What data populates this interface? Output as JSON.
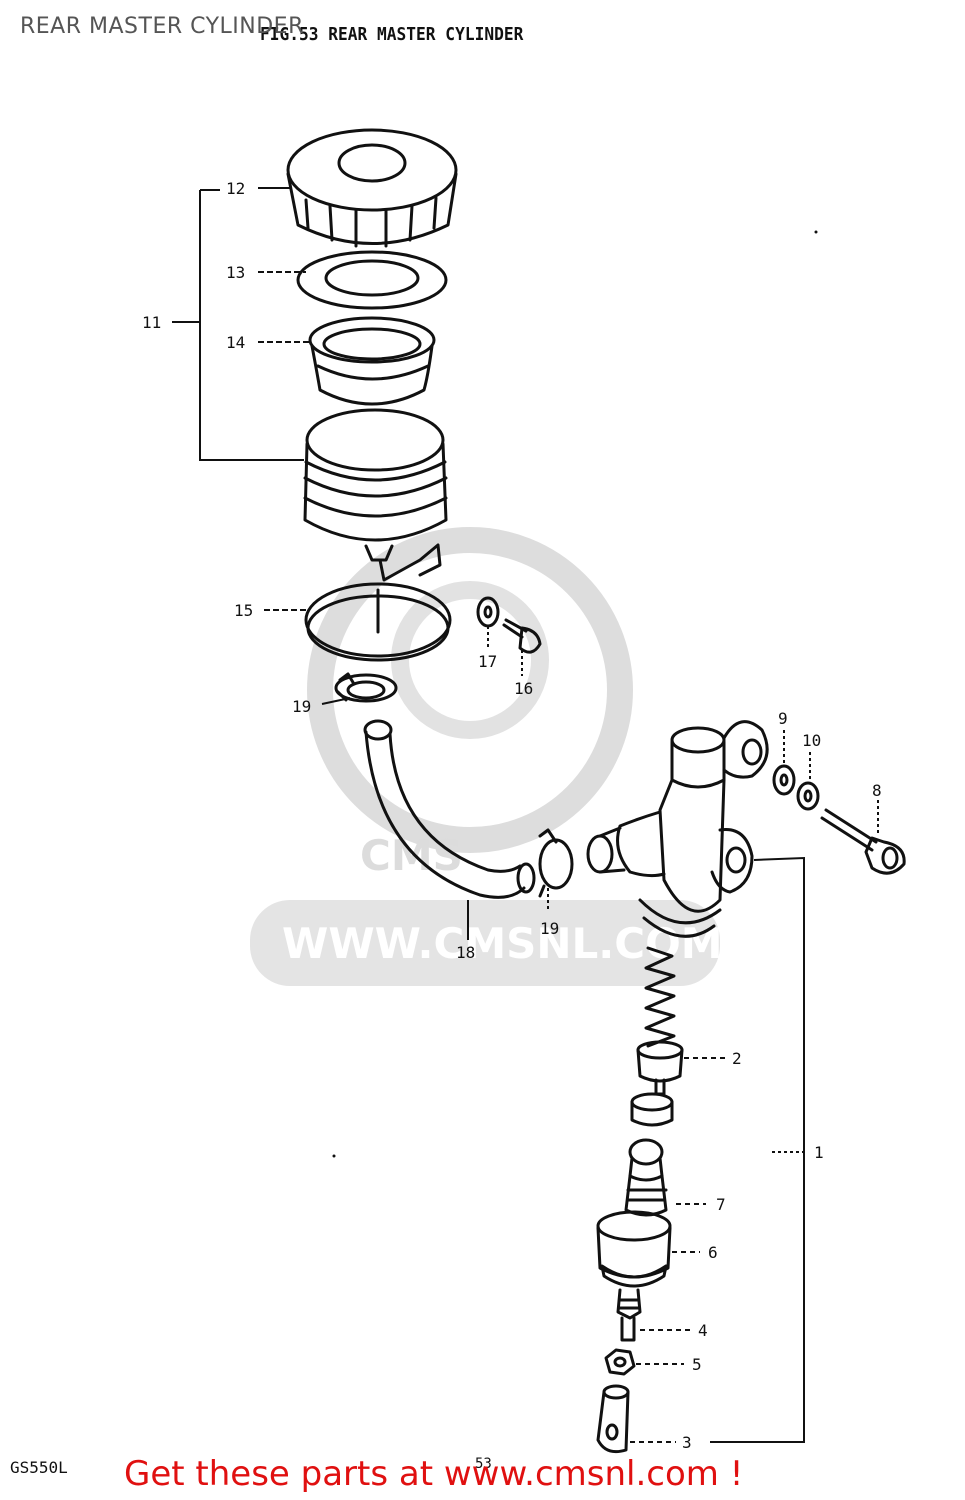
{
  "page": {
    "overlay_title": "REAR MASTER CYLINDER",
    "figure_title": "FIG.53 REAR MASTER CYLINDER",
    "model_code": "GS550L",
    "page_code": "53",
    "footer_banner": "Get these parts at www.cmsnl.com !",
    "watermark": {
      "brand": "CMS",
      "url": "WWW.CMSNL.COM",
      "color": "#d7d7d7"
    },
    "banner_color": "#e01010"
  },
  "labels": {
    "p1": "1",
    "p2": "2",
    "p3": "3",
    "p4": "4",
    "p5": "5",
    "p6": "6",
    "p7": "7",
    "p8": "8",
    "p9": "9",
    "p10": "10",
    "p11": "11",
    "p12": "12",
    "p13": "13",
    "p14": "14",
    "p15": "15",
    "p16": "16",
    "p17": "17",
    "p18": "18",
    "p19a": "19",
    "p19b": "19"
  }
}
